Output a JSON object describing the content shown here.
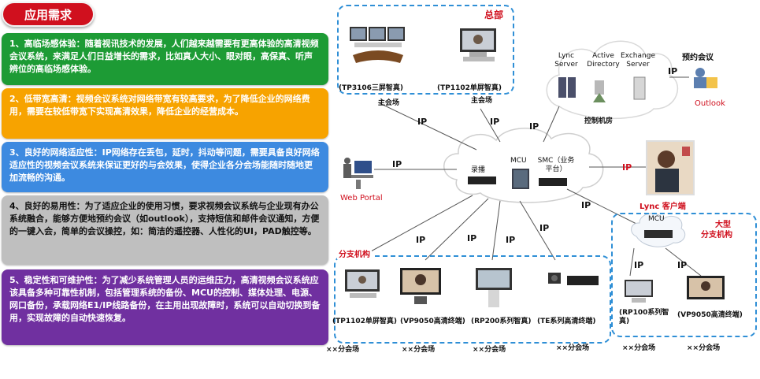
{
  "header": {
    "title": "应用需求"
  },
  "requirements": [
    "1、高临场感体验：随着视讯技术的发展，人们越来越需要有更高体验的高清视频会议系统，来满足人们日益增长的需求，比如真人大小、眼对眼，高保真、听声辨位的高临场感体验。",
    "2、低带宽高清：视频会议系统对网络带宽有较高要求，为了降低企业的网络费用，需要在较低带宽下实现高清效果，降低企业的经营成本。",
    "3、良好的网络适应性：IP网络存在丢包，延时，抖动等问题，需要具备良好网络适应性的视频会议系统来保证更好的与会效果，使得企业各分会场能随时随地更加流畅的沟通。",
    "4、良好的易用性：为了适应企业的使用习惯，要求视频会议系统与企业现有办公系统融合，能够方便地预约会议（如outlook），支持短信和邮件会议通知，方便的一键入会，简单的会议操控，如：简洁的遥控器、人性化的UI，PAD触控等。",
    "5、稳定性和可维护性：为了减少系统管理人员的运维压力，高清视频会议系统应该具备多种可靠性机制，包括管理系统的备份、MCU的控制、媒体处理、电源、网口备份，承载网络E1/IP线路备份，在主用出现故障时，系统可以自动切换到备用，实现故障的自动快速恢复。"
  ],
  "diagram": {
    "hq_label": "总部",
    "hq_devices": [
      "(TP3106三屏智真)",
      "(TP1102单屏智真)"
    ],
    "main_site": "主会场",
    "servers": [
      "Lync Server",
      "Active Directory",
      "Exchange Server"
    ],
    "control_room": "控制机房",
    "booking": "预约会议",
    "outlook": "Outlook",
    "cloud_items": [
      "录播",
      "MCU",
      "SMC（业务平台）"
    ],
    "web_portal": "Web Portal",
    "lync_client": "Lync 客户端",
    "ip": "IP",
    "branch": "分支机构",
    "large_branch_title": "大型",
    "large_branch_sub": "分支机构",
    "mcu": "MCU",
    "branch_devices": [
      "(TP1102单屏智真)",
      "(VP9050高清终端)",
      "(RP200系列智真)",
      "(TE系列高清终端)"
    ],
    "large_devices": [
      "(RP100系列智真)",
      "(VP9050高清终端)"
    ],
    "site": "××分会场"
  }
}
